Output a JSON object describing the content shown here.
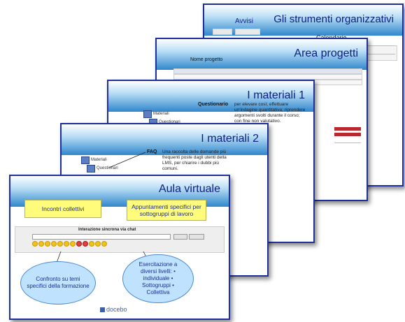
{
  "slides": {
    "s5": {
      "title": "Gli strumenti organizzativi",
      "avvisi": "Avvisi",
      "calendario": "Calendario"
    },
    "s4": {
      "title": "Area progetti",
      "nome_progetto": "Nome progetto"
    },
    "s3": {
      "title": "I materiali 1",
      "questionario": "Questionario",
      "desc": "per elevare così; effettuare un'indagine quantitativa; riprendere argomenti svolti durante il corso; con fine non valutativo.",
      "nav_materiali": "Materiali",
      "nav_questionari": "Questionari"
    },
    "s2": {
      "title": "I materiali 2",
      "faq": "FAQ",
      "desc": "Una raccolta delle domande più frequenti poste dagli utenti della LMS, per chiarire i dubbi più comuni.",
      "nav_materiali": "Materiali",
      "nav_questionari": "Questionari"
    },
    "s1": {
      "title": "Aula virtuale",
      "box_left": "Incontri collettivi",
      "box_right": "Appuntamenti specifici per sottogruppi di lavoro",
      "chat_label": "Interazione sincrona via chat",
      "oval_left": "Confronto su temi specifici della formazione",
      "oval_right": "Esercitazione a diversi livelli: • individuale • Sottogruppi • Collettiva",
      "logo": "docebo"
    }
  },
  "colors": {
    "border": "#1e2f9e",
    "banner_bottom": "#2f86cc",
    "yellow_box": "#fefc7a",
    "oval_fill": "#bfe3ff"
  }
}
